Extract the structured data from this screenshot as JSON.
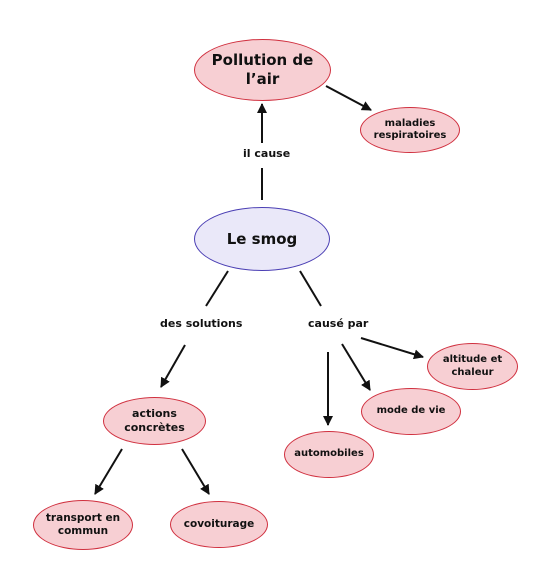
{
  "nodes": {
    "pollution": "Pollution de l’air",
    "maladies": "maladies\nrespiratoires",
    "smog": "Le smog",
    "actions": "actions\nconcrètes",
    "transport": "transport en\ncommun",
    "covoiturage": "covoiturage",
    "automobiles": "automobiles",
    "mode_de_vie": "mode de vie",
    "altitude": "altitude et\nchaleur"
  },
  "labels": {
    "il_cause": "il cause",
    "des_solutions": "des solutions",
    "cause_par": "causé par"
  },
  "colors": {
    "node_fill": "#f7cfd3",
    "node_border": "#d0303f",
    "central_fill": "#eae8f9",
    "central_border": "#4b3fb4",
    "connector": "#111111"
  }
}
